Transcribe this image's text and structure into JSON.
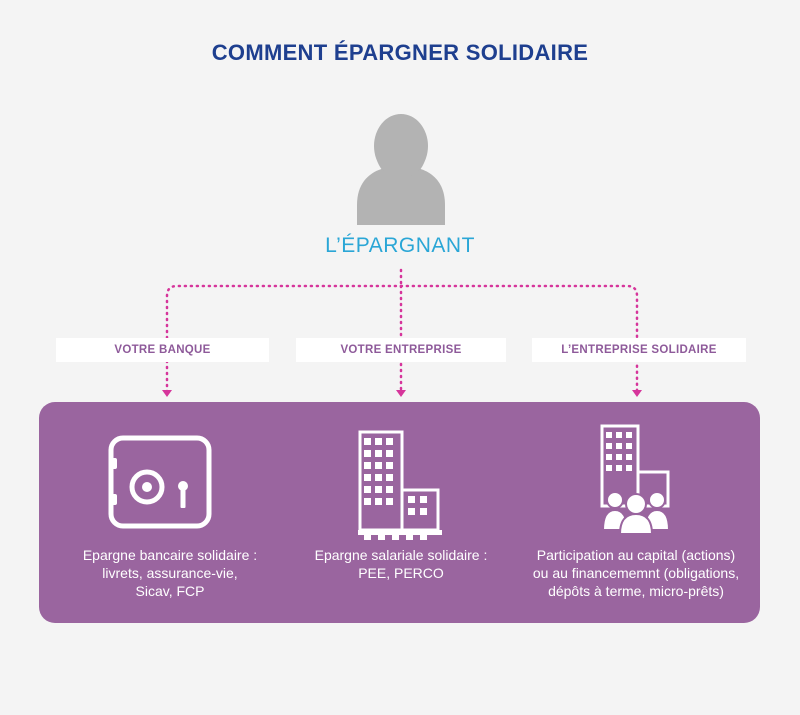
{
  "title": "COMMENT ÉPARGNER SOLIDAIRE",
  "saver_label": "L’ÉPARGNANT",
  "channels": [
    {
      "label": "VOTRE BANQUE",
      "icon": "safe-icon",
      "description": "Epargne bancaire solidaire :\nlivrets, assurance-vie,\nSicav, FCP"
    },
    {
      "label": "VOTRE ENTREPRISE",
      "icon": "office-building-icon",
      "description": "Epargne salariale solidaire :\nPEE, PERCO"
    },
    {
      "label": "L’ENTREPRISE SOLIDAIRE",
      "icon": "building-people-icon",
      "description": "Participation au capital (actions)\nou au financememnt (obligations,\ndépôts à terme, micro-prêts)"
    }
  ],
  "colors": {
    "title": "#1e3f8f",
    "saver_label": "#2aa6d6",
    "connector": "#d6359b",
    "panel": "#9a659f",
    "label_text": "#8e5a9a",
    "person": "#b3b3b3"
  }
}
